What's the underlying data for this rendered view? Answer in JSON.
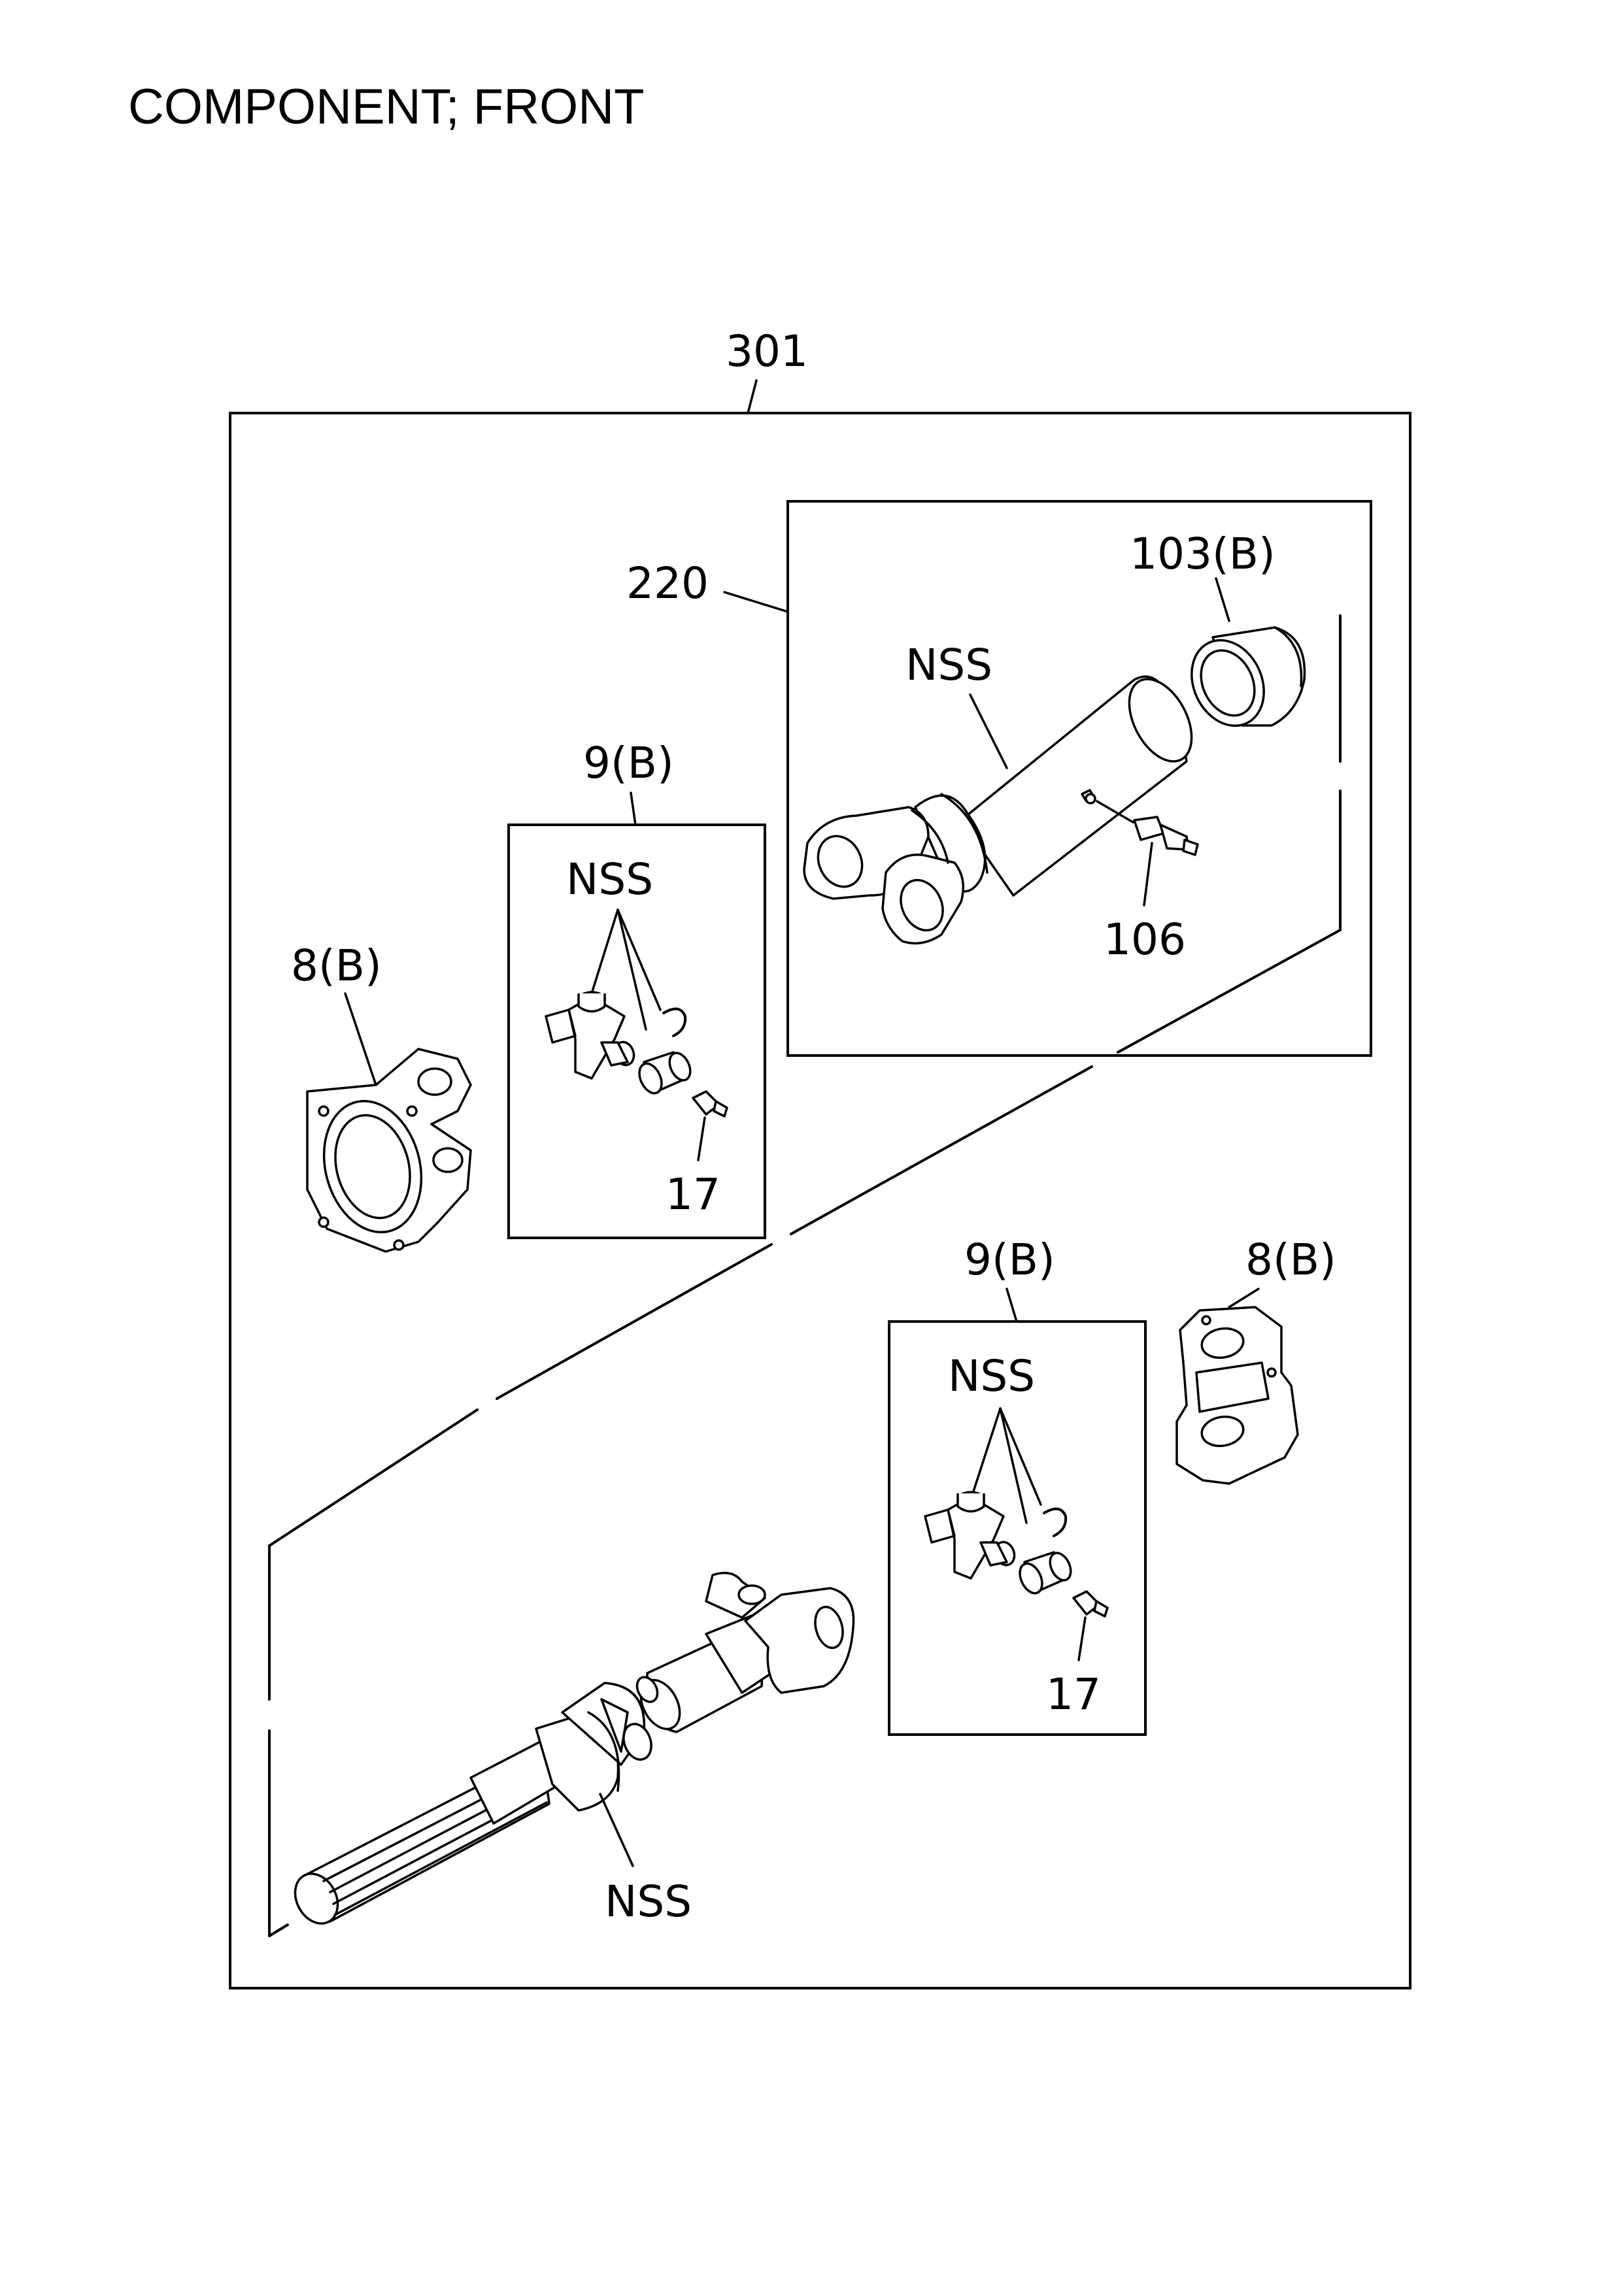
{
  "title": "COMPONENT; FRONT",
  "callouts": {
    "assembly": "301",
    "shaft_group": "220",
    "sleeve": "103(B)",
    "shaft_nss": "NSS",
    "grease_fitting_shaft": "106",
    "spider_kit_upper": "9(B)",
    "spider_kit_upper_nss": "NSS",
    "grease_fitting_upper": "17",
    "flange_yoke_upper": "8(B)",
    "spider_kit_lower": "9(B)",
    "spider_kit_lower_nss": "NSS",
    "grease_fitting_lower": "17",
    "flange_yoke_lower": "8(B)",
    "slip_yoke_nss": "NSS"
  }
}
